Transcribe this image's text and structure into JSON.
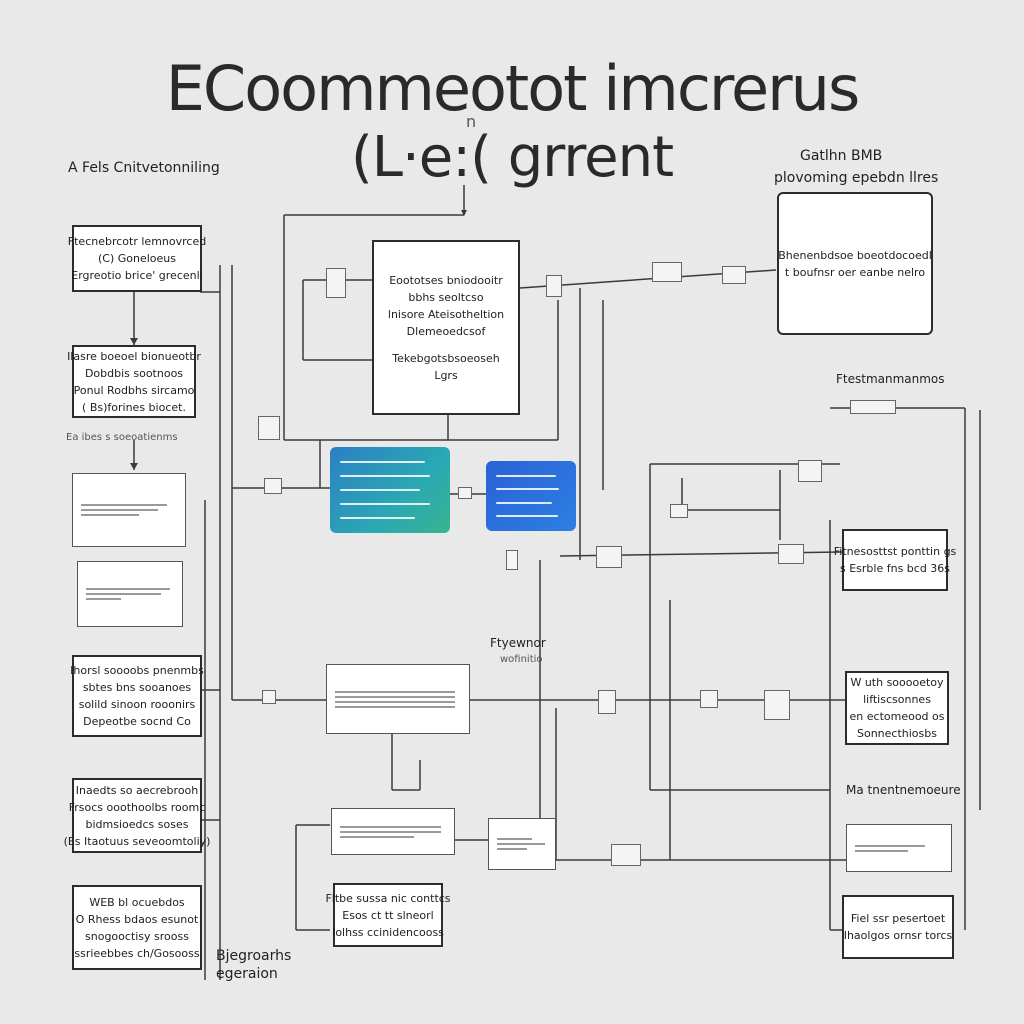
{
  "header": {
    "title": "ECoommeotot imcrerus",
    "subtitle": "(L·e:( grrent",
    "mini_label": "n"
  },
  "side_labels": {
    "top_left": "A Fels Cnitvetonniling",
    "top_right_line1": "Gatlhn BMB",
    "top_right_line2": "plovoming epebdn llres",
    "mid_right": "Ftestmanmanmos",
    "left_caption": "Ea ibes s soeoatienms",
    "mid_center": "Ftyewnor",
    "mid_center_sub": "wofinitio",
    "right_lower_caption": "Ma tnentnemoeure",
    "bottom_center_line1": "Bjegroarhs",
    "bottom_center_line2": "egeraion"
  },
  "boxes": {
    "left1": [
      "Ftecnebrcotr lemnovrced",
      "(C) Goneloeus",
      "Ergreotio brice' grecenll"
    ],
    "left2": [
      "Ilasre boeoel bionueotbr",
      "Dobdbis sootnoos",
      "Ponul Rodbhs sircamo",
      "( Bs)forines biocet."
    ],
    "left5": [
      "Ihorsl soooobs pnenmbs",
      "sbtes bns sooanoes",
      "solild sinoon rooonirs",
      "Depeotbe socnd Co"
    ],
    "left6": [
      "Inaedts so aecrebrooh",
      "Frsocs ooothoolbs roomc",
      "bidmsioedcs soses",
      "(Es Itaotuus seveoomtoliy)"
    ],
    "left7": [
      "WEB bl ocuebdos",
      "O Rhess bdaos esunot",
      "snogooctisy srooss",
      "ssrieebbes ch/Gosooss"
    ],
    "center": [
      "Eoototses bniodooitr",
      "bbhs seoltcso",
      "lnisore Ateisotheltion",
      "Dlemeoedcsof",
      "",
      "Tekebgotsbsoeoseh",
      "Lgrs"
    ],
    "top_right": [
      "Bhenenbdsoe boeotdocoedl",
      "t boufnsr oer eanbe nelro"
    ],
    "right1": [
      "Fitnesosttst ponttin gs",
      "s Esrble fns bcd 36s"
    ],
    "right2": [
      "W uth sooooetoy",
      "liftiscsonnes",
      "en ectomeood os",
      "Sonnecthiosbs"
    ],
    "right4": [
      "Fiel ssr pesertoet",
      "Ihaolgos ornsr torcs"
    ],
    "bottom_center": [
      "Fltbe sussa nic conttcs",
      "Esos ct tt slneorl",
      "Iolhss ccinidencooss"
    ]
  },
  "colors": {
    "background": "#e9e9e9",
    "panel_green_start": "#2d7fc4",
    "panel_green_end": "#39b38f",
    "panel_blue": "#2a62d6",
    "line": "#3a3a3a"
  }
}
